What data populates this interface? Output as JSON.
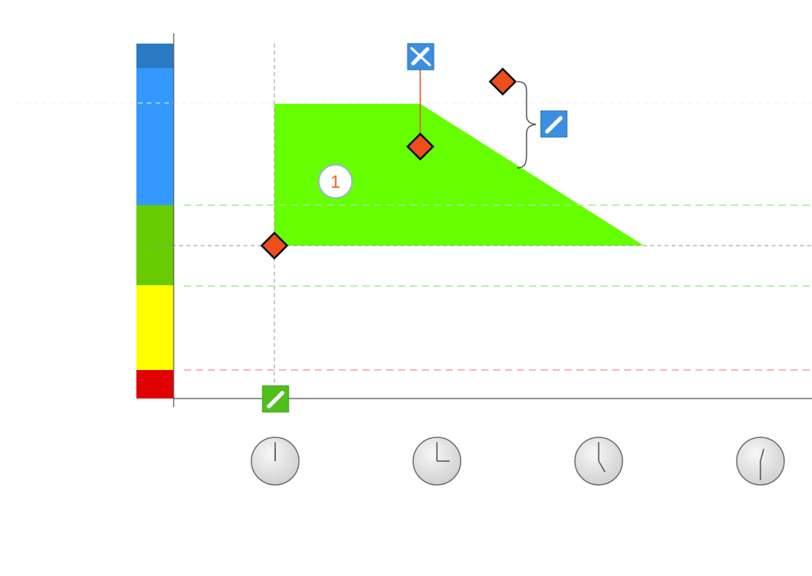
{
  "colors": {
    "background": "#ffffff",
    "zone_dark_blue": "#2a7bc4",
    "zone_blue": "#3399ff",
    "zone_green": "#66cc00",
    "zone_yellow": "#ffff00",
    "zone_red": "#e00000",
    "fill_green": "#66ff00",
    "marker_orange": "#ee4e1c",
    "tool_blue": "#3b8fe0",
    "tool_green": "#4fc01a",
    "badge_number": "#ee5c26",
    "guide_grey": "#9a9a9a",
    "guide_green": "#a8e79a",
    "guide_red": "#f0a4a4",
    "axis": "#555555"
  },
  "badge": {
    "label": "1"
  },
  "icons": {
    "top_tool": "pen-crossed-icon",
    "side_tool": "pen-icon",
    "bottom_tool": "pen-icon",
    "clocks": [
      "clock-icon",
      "clock-icon",
      "clock-icon",
      "clock-icon"
    ]
  },
  "clock_hands": [
    {
      "hour": 12,
      "minute": 0
    },
    {
      "hour": 3,
      "minute": 0
    },
    {
      "hour": 5,
      "minute": 0
    },
    {
      "hour": 12,
      "minute": 30
    }
  ],
  "zones": [
    {
      "name": "dark-blue",
      "color_key": "zone_dark_blue"
    },
    {
      "name": "blue",
      "color_key": "zone_blue"
    },
    {
      "name": "green",
      "color_key": "zone_green"
    },
    {
      "name": "yellow",
      "color_key": "zone_yellow"
    },
    {
      "name": "red",
      "color_key": "zone_red"
    }
  ]
}
